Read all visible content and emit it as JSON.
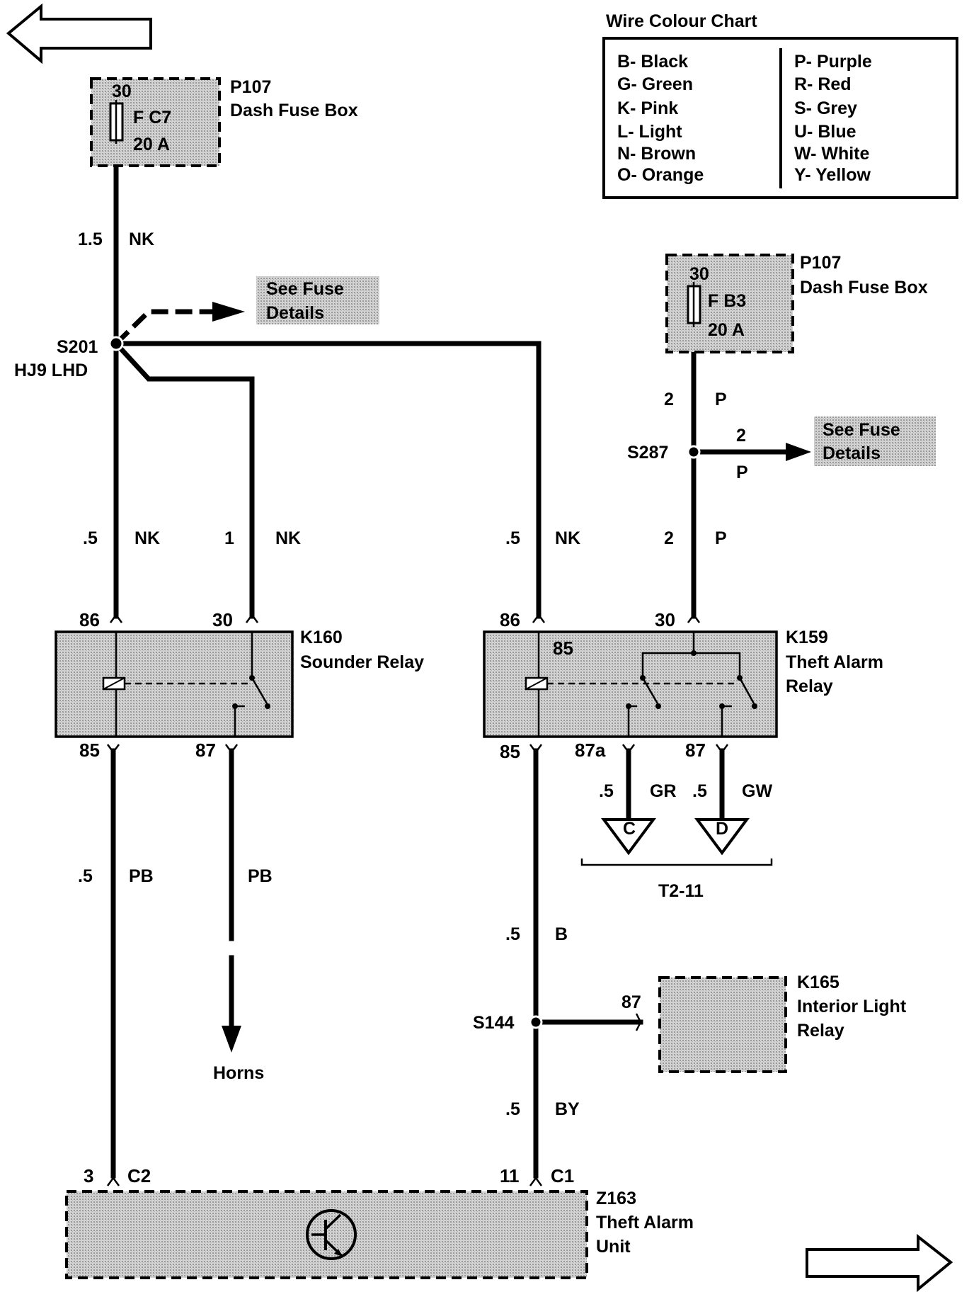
{
  "colors": {
    "line": "#000000",
    "component_fill": "#c8c8c8",
    "background": "#ffffff"
  },
  "icons": {
    "nav_prev": "hollow-left-arrow",
    "nav_next": "hollow-right-arrow",
    "transistor": "transistor-symbol"
  },
  "colour_chart": {
    "title": "Wire Colour Chart",
    "left": [
      "B- Black",
      "G- Green",
      "K- Pink",
      "L- Light",
      "N- Brown",
      "O- Orange"
    ],
    "right": [
      "P- Purple",
      "R- Red",
      "S- Grey",
      "U- Blue",
      "W- White",
      "Y- Yellow"
    ]
  },
  "fuse1": {
    "pin": "30",
    "fuse": "F C7",
    "rating": "20 A",
    "id": "P107",
    "name": "Dash Fuse Box"
  },
  "fuse2": {
    "pin": "30",
    "fuse": "F B3",
    "rating": "20 A",
    "id": "P107",
    "name": "Dash Fuse Box"
  },
  "see_fuse": {
    "line1": "See Fuse",
    "line2": "Details"
  },
  "splices": {
    "s201": {
      "id": "S201",
      "note": "HJ9  LHD"
    },
    "s287": {
      "id": "S287"
    },
    "s144": {
      "id": "S144"
    }
  },
  "wires": {
    "w_main": {
      "size": "1.5",
      "color": "NK"
    },
    "w_k160_86": {
      "size": ".5",
      "color": "NK"
    },
    "w_k160_30": {
      "size": "1",
      "color": "NK"
    },
    "w_k159_86": {
      "size": ".5",
      "color": "NK"
    },
    "w_p_top": {
      "size": "2",
      "color": "P"
    },
    "w_p_branch": {
      "size": "2",
      "color": "P"
    },
    "w_p_bottom": {
      "size": "2",
      "color": "P"
    },
    "w_k160_85": {
      "size": ".5",
      "color": "PB"
    },
    "w_horn": {
      "color": "PB"
    },
    "w_k159_85": {
      "size": ".5",
      "color": "B"
    },
    "w_gr": {
      "size": ".5",
      "color": "GR"
    },
    "w_gw": {
      "size": ".5",
      "color": "GW"
    },
    "w_by": {
      "size": ".5",
      "color": "BY"
    }
  },
  "k160": {
    "id": "K160",
    "name": "Sounder Relay",
    "pins": {
      "p86": "86",
      "p30": "30",
      "p85": "85",
      "p87": "87"
    }
  },
  "k159": {
    "id": "K159",
    "name1": "Theft Alarm",
    "name2": "Relay",
    "pins": {
      "p86": "86",
      "p30": "30",
      "p85_inner": "85",
      "p85": "85",
      "p87a": "87a",
      "p87": "87"
    }
  },
  "k165": {
    "id": "K165",
    "name1": "Interior Light",
    "name2": "Relay",
    "pin": "87"
  },
  "connectors": {
    "c": "C",
    "d": "D",
    "group": "T2-11"
  },
  "horns": "Horns",
  "z163": {
    "id": "Z163",
    "name1": "Theft Alarm",
    "name2": "Unit",
    "c2_pin": "3",
    "c2": "C2",
    "c1_pin": "11",
    "c1": "C1"
  }
}
